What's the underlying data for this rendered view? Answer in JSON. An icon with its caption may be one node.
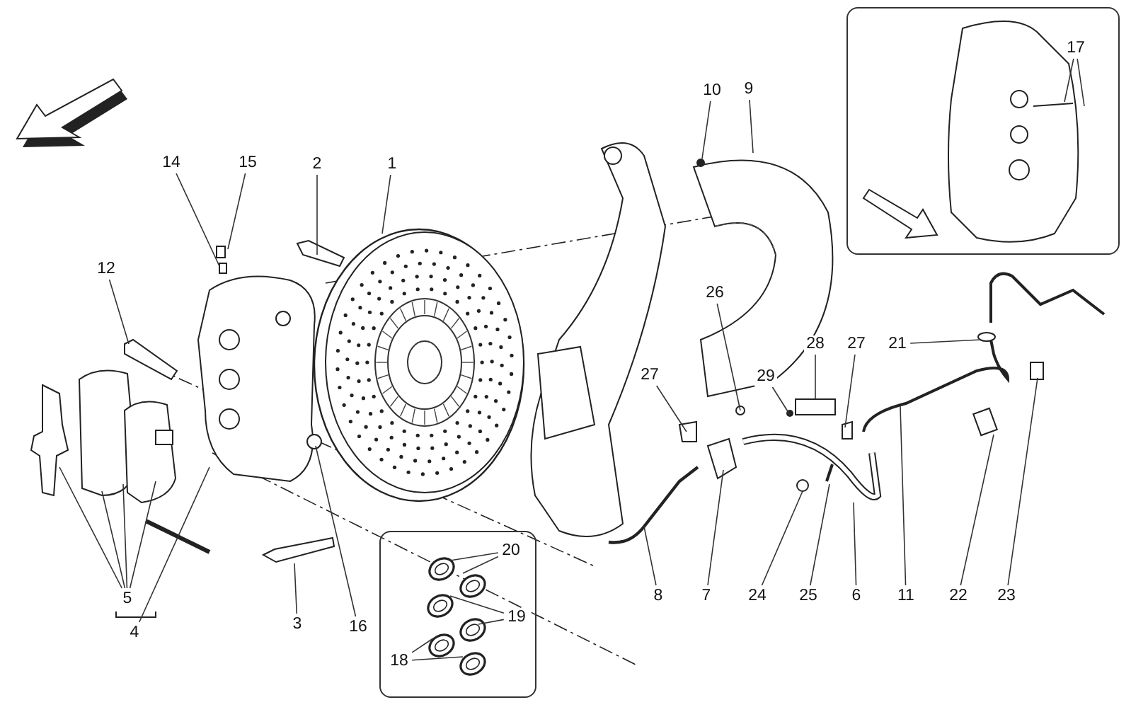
{
  "diagram": {
    "nodes": [
      {
        "text": [],
        "shape": "box"
      },
      {
        "text": [
          "17"
        ],
        "in": 0
      },
      {
        "text": [],
        "shape": "box"
      },
      {
        "text": [
          "20"
        ],
        "in": 2
      },
      {
        "text": [
          "19"
        ],
        "in": 2
      },
      {
        "text": [
          "18"
        ],
        "in": 2
      },
      {
        "text": [
          "14"
        ]
      },
      {
        "text": [
          "15"
        ]
      },
      {
        "text": [
          "2"
        ]
      },
      {
        "text": [
          "1"
        ]
      },
      {
        "text": [
          "10"
        ]
      },
      {
        "text": [
          "9"
        ]
      },
      {
        "text": [
          "12"
        ]
      },
      {
        "text": [
          "26"
        ]
      },
      {
        "text": [
          "28"
        ]
      },
      {
        "text": [
          "27"
        ]
      },
      {
        "text": [
          "21"
        ]
      },
      {
        "text": [
          "27"
        ]
      },
      {
        "text": [
          "29"
        ]
      },
      {
        "text": [
          "5"
        ]
      },
      {
        "text": [
          "4"
        ]
      },
      {
        "text": [
          "8"
        ]
      },
      {
        "text": [
          "7"
        ]
      },
      {
        "text": [
          "24"
        ]
      },
      {
        "text": [
          "25"
        ]
      },
      {
        "text": [
          "6"
        ]
      },
      {
        "text": [
          "11"
        ]
      },
      {
        "text": [
          "22"
        ]
      },
      {
        "text": [
          "23"
        ]
      },
      {
        "text": [
          "3"
        ]
      },
      {
        "text": [
          "16"
        ]
      }
    ],
    "edges": [
      {
        "from": 1,
        "to": null,
        "arrow": "none"
      },
      {
        "from": 1,
        "to": null,
        "arrow": "none"
      },
      {
        "from": 3,
        "to": null,
        "arrow": "none"
      },
      {
        "from": 3,
        "to": null,
        "arrow": "none"
      },
      {
        "from": 4,
        "to": null,
        "arrow": "none"
      },
      {
        "from": 4,
        "to": null,
        "arrow": "none"
      },
      {
        "from": 5,
        "to": null,
        "arrow": "none"
      },
      {
        "from": 5,
        "to": null,
        "arrow": "none"
      },
      {
        "from": 6,
        "to": null,
        "arrow": "none"
      },
      {
        "from": 7,
        "to": null,
        "arrow": "none"
      },
      {
        "from": 8,
        "to": null,
        "arrow": "none"
      },
      {
        "from": 9,
        "to": null,
        "arrow": "none"
      },
      {
        "from": 10,
        "to": null,
        "arrow": "none"
      },
      {
        "from": 11,
        "to": null,
        "arrow": "none"
      },
      {
        "from": 12,
        "to": null,
        "arrow": "none"
      },
      {
        "from": 13,
        "to": null,
        "arrow": "none"
      },
      {
        "from": 14,
        "to": null,
        "arrow": "none"
      },
      {
        "from": 15,
        "to": null,
        "arrow": "none"
      },
      {
        "from": 16,
        "to": null,
        "arrow": "none"
      },
      {
        "from": 17,
        "to": null,
        "arrow": "none"
      },
      {
        "from": 18,
        "to": null,
        "arrow": "none"
      },
      {
        "from": 19,
        "to": null,
        "arrow": "none"
      },
      {
        "from": 19,
        "to": null,
        "arrow": "none"
      },
      {
        "from": 19,
        "to": null,
        "arrow": "none"
      },
      {
        "from": 19,
        "to": null,
        "arrow": "none"
      },
      {
        "from": 20,
        "to": null,
        "arrow": "none"
      },
      {
        "from": 21,
        "to": null,
        "arrow": "none"
      },
      {
        "from": 22,
        "to": null,
        "arrow": "none"
      },
      {
        "from": 23,
        "to": null,
        "arrow": "none"
      },
      {
        "from": 24,
        "to": null,
        "arrow": "none"
      },
      {
        "from": 25,
        "to": null,
        "arrow": "none"
      },
      {
        "from": 26,
        "to": null,
        "arrow": "none"
      },
      {
        "from": 27,
        "to": null,
        "arrow": "none"
      },
      {
        "from": 28,
        "to": null,
        "arrow": "none"
      },
      {
        "from": 29,
        "to": null,
        "arrow": "none"
      },
      {
        "from": 30,
        "to": null,
        "arrow": "none"
      }
    ]
  }
}
